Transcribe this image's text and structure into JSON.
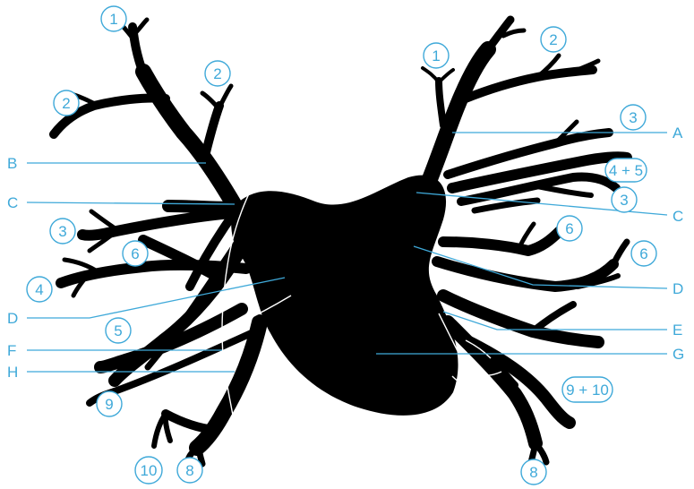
{
  "segment_labels": [
    {
      "id": "l-1",
      "text": "1"
    },
    {
      "id": "l-2a",
      "text": "2"
    },
    {
      "id": "l-2b",
      "text": "2"
    },
    {
      "id": "l-3",
      "text": "3"
    },
    {
      "id": "l-4",
      "text": "4"
    },
    {
      "id": "l-6",
      "text": "6"
    },
    {
      "id": "l-5",
      "text": "5"
    },
    {
      "id": "l-9",
      "text": "9"
    },
    {
      "id": "l-10",
      "text": "10"
    },
    {
      "id": "l-8",
      "text": "8"
    },
    {
      "id": "r-1",
      "text": "1"
    },
    {
      "id": "r-2",
      "text": "2"
    },
    {
      "id": "r-3a",
      "text": "3"
    },
    {
      "id": "r-45",
      "text": "4 + 5"
    },
    {
      "id": "r-3b",
      "text": "3"
    },
    {
      "id": "r-6a",
      "text": "6"
    },
    {
      "id": "r-6b",
      "text": "6"
    },
    {
      "id": "r-910",
      "text": "9 + 10"
    },
    {
      "id": "r-8",
      "text": "8"
    }
  ],
  "letter_labels": [
    {
      "id": "A",
      "text": "A"
    },
    {
      "id": "B",
      "text": "B"
    },
    {
      "id": "Cl",
      "text": "C"
    },
    {
      "id": "Cr",
      "text": "C"
    },
    {
      "id": "Dl",
      "text": "D"
    },
    {
      "id": "Dr",
      "text": "D"
    },
    {
      "id": "E",
      "text": "E"
    },
    {
      "id": "F",
      "text": "F"
    },
    {
      "id": "G",
      "text": "G"
    },
    {
      "id": "H",
      "text": "H"
    }
  ]
}
